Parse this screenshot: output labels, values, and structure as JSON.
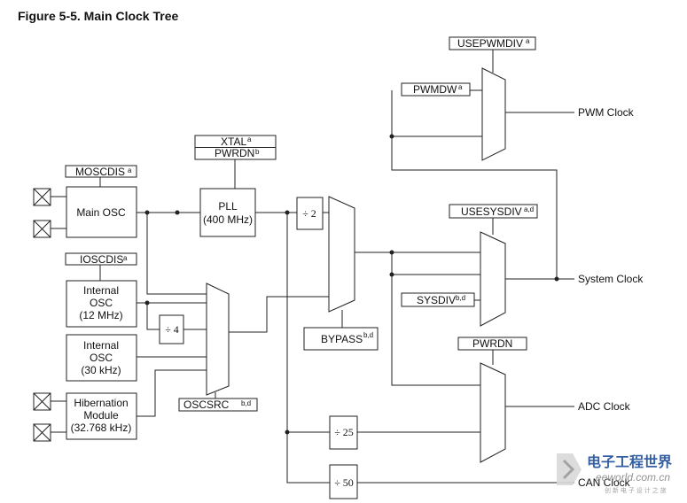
{
  "figure": {
    "title": "Figure 5-5. Main Clock Tree"
  },
  "control_labels": {
    "usepwmdiv": "USEPWMDIV",
    "usepwmdiv_sup": "a",
    "pwmdw": "PWMDW",
    "pwmdw_sup": "a",
    "xtal": "XTAL",
    "xtal_sup": "a",
    "pwrdn_pll": "PWRDN",
    "pwrdn_pll_sup": "b",
    "moscdis": "MOSCDIS",
    "moscdis_sup": "a",
    "usesysdiv": "USESYSDIV",
    "usesysdiv_sup": "a,d",
    "iosocdis": "IOSCDIS",
    "iosocdis_sup": "a",
    "sysdiv": "SYSDIV",
    "sysdiv_sup": "b,d",
    "bypass": "BYPASS",
    "bypass_sup": "b,d",
    "pwrdn_adc": "PWRDN",
    "oscsrc": "OSCSRC",
    "oscsrc_sup": "b,d"
  },
  "blocks": {
    "main_osc": "Main OSC",
    "pll_line1": "PLL",
    "pll_line2": "(400 MHz)",
    "internal_osc_12_l1": "Internal",
    "internal_osc_12_l2": "OSC",
    "internal_osc_12_l3": "(12 MHz)",
    "internal_osc_30_l1": "Internal",
    "internal_osc_30_l2": "OSC",
    "internal_osc_30_l3": "(30 kHz)",
    "hib_l1": "Hibernation",
    "hib_l2": "Module",
    "hib_l3": "(32.768 kHz)"
  },
  "dividers": {
    "div2": "÷ 2",
    "div4": "÷ 4",
    "div25": "÷ 25",
    "div50": "÷ 50"
  },
  "outputs": {
    "pwm_clock": "PWM Clock",
    "system_clock": "System Clock",
    "adc_clock": "ADC Clock",
    "can_clock": "CAN Clock"
  },
  "watermark": {
    "cn_name": "电子工程世界",
    "site": "eeworld.com.cn",
    "slogan": "创 新 电 子 设 计 之 旅"
  }
}
